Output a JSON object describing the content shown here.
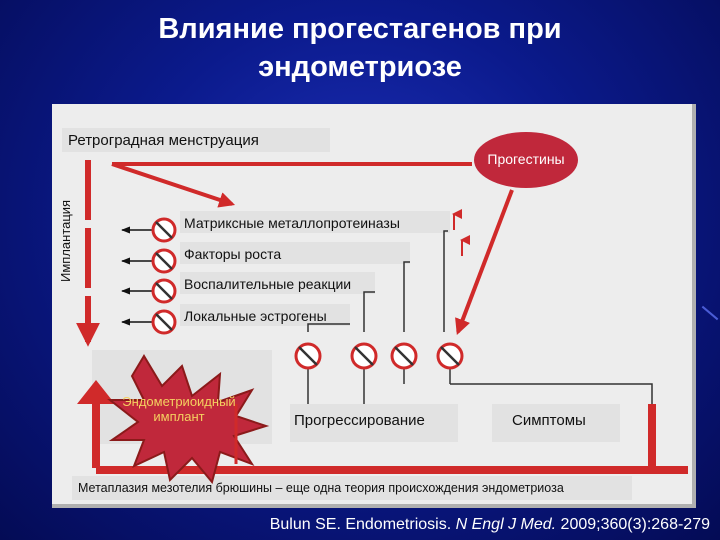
{
  "slide": {
    "title_line1": "Влияние прогестагенов при",
    "title_line2": "эндометриозе"
  },
  "diagram": {
    "retrograde": "Ретроградная менструация",
    "implantation": "Имплантация",
    "progestins": "Прогестины",
    "factors": [
      "Матриксные металлопротеиназы",
      "Факторы роста",
      "Воспалительные реакции",
      "Локальные эстрогены"
    ],
    "implant_line1": "Эндометриоидный",
    "implant_line2": "имплант",
    "progression": "Прогрессирование",
    "symptoms": "Симптомы",
    "metaplasia": "Метаплазия мезотелия брюшины – еще одна теория происхождения эндометриоза"
  },
  "citation": {
    "part1": "Bulun SE. Endometriosis. ",
    "journal": "N Engl J Med.",
    "part2": " 2009;360(3):268-279"
  },
  "colors": {
    "accent_red": "#d02a2a",
    "panel_bg": "#ededed",
    "oval": "#c0283b",
    "slide_bg": "#0b1a8c"
  }
}
